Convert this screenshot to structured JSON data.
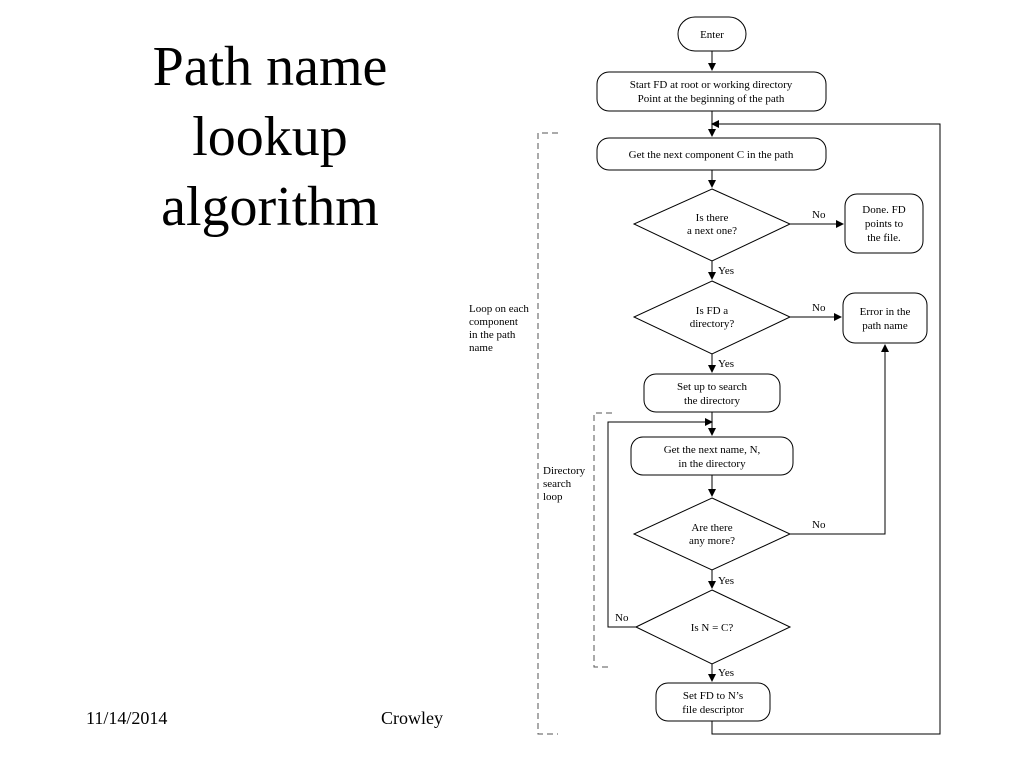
{
  "title": {
    "line1": "Path name",
    "line2": "lookup",
    "line3": "algorithm"
  },
  "footer": {
    "date": "11/14/2014",
    "author": "Crowley"
  },
  "flowchart": {
    "nodes": {
      "enter": [
        "Enter"
      ],
      "start_fd": [
        "Start FD at root or working directory",
        "Point at the beginning of the path"
      ],
      "get_component": [
        "Get the next component C in the path"
      ],
      "is_next": [
        "Is there",
        "a next one?"
      ],
      "done": [
        "Done.  FD",
        "points to",
        "the file."
      ],
      "is_directory": [
        "Is FD a",
        "directory?"
      ],
      "error": [
        "Error in the",
        "path name"
      ],
      "setup_search": [
        "Set up to search",
        "the directory"
      ],
      "get_name": [
        "Get the next name, N,",
        "in the directory"
      ],
      "are_more": [
        "Are there",
        "any more?"
      ],
      "is_n_eq_c": [
        "Is N = C?"
      ],
      "set_fd": [
        "Set FD to N’s",
        "file descriptor"
      ]
    },
    "edge_labels": {
      "next_no": "No",
      "next_yes": "Yes",
      "dir_no": "No",
      "dir_yes": "Yes",
      "more_no": "No",
      "more_yes": "Yes",
      "match_no": "No",
      "match_yes": "Yes"
    },
    "loop_labels": {
      "outer": [
        "Loop on each",
        "component",
        "in the path",
        "name"
      ],
      "inner": [
        "Directory",
        "search",
        "loop"
      ]
    }
  }
}
